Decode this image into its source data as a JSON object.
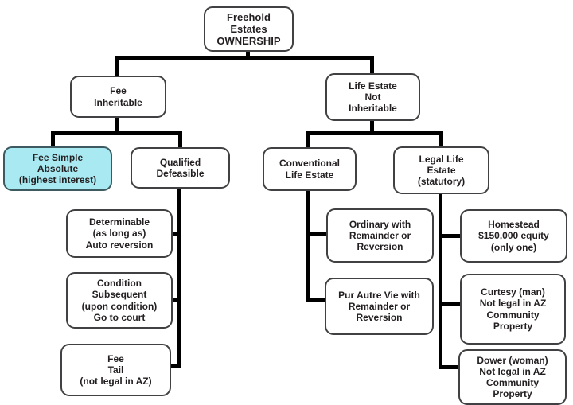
{
  "title": "Freehold Estates OWNERSHIP flowchart",
  "colors": {
    "background": "#ffffff",
    "box_fill": "#ffffff",
    "box_border": "#414042",
    "highlight_fill": "#a9e9f2",
    "line": "#000000",
    "text": "#231f20"
  },
  "nodes": {
    "root": {
      "label": "Freehold\nEstates\nOWNERSHIP"
    },
    "fee_inheritable": {
      "label": "Fee\nInheritable"
    },
    "life_estate_not_inheritable": {
      "label": "Life Estate\nNot\nInheritable"
    },
    "fee_simple_absolute": {
      "label": "Fee Simple\nAbsolute\n(highest interest)",
      "highlighted": true
    },
    "qualified_defeasible": {
      "label": "Qualified\nDefeasible"
    },
    "conventional_life_estate": {
      "label": "Conventional\nLife Estate"
    },
    "legal_life_estate": {
      "label": "Legal Life\nEstate\n(statutory)"
    },
    "determinable": {
      "label": "Determinable\n(as long as)\nAuto reversion"
    },
    "condition_subsequent": {
      "label": "Condition\nSubsequent\n(upon condition)\nGo to court"
    },
    "fee_tail": {
      "label": "Fee\nTail\n(not legal in AZ)"
    },
    "ordinary_with_remainder": {
      "label": "Ordinary with\nRemainder or\nReversion"
    },
    "pur_autre_vie": {
      "label": "Pur Autre Vie with\nRemainder or\nReversion"
    },
    "homestead": {
      "label": "Homestead\n$150,000 equity\n(only one)"
    },
    "curtesy": {
      "label": "Curtesy (man)\nNot legal in AZ\nCommunity\nProperty"
    },
    "dower": {
      "label": "Dower (woman)\nNot legal in AZ\nCommunity\nProperty"
    }
  }
}
